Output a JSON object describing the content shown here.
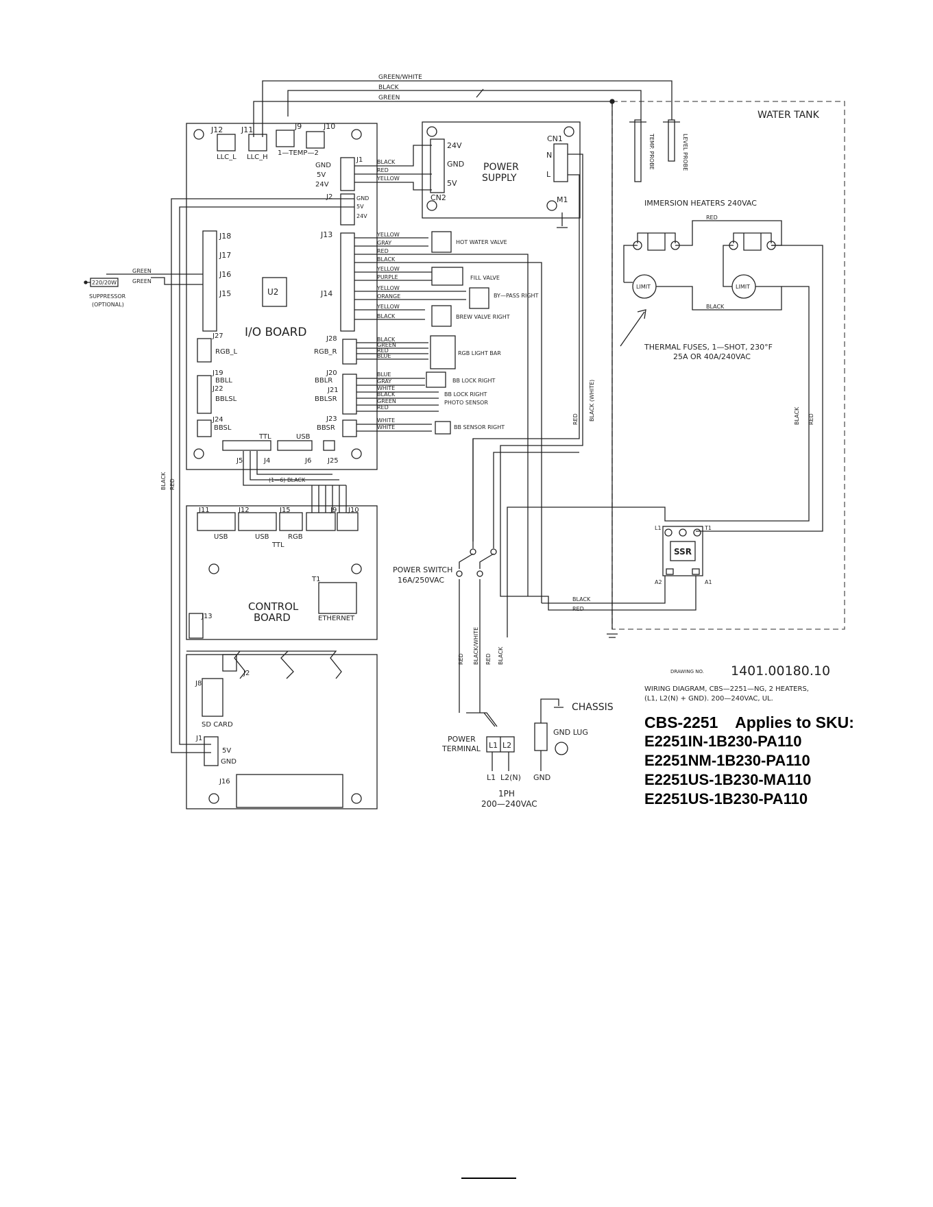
{
  "wires_top": [
    "GREEN/WHITE",
    "BLACK",
    "GREEN"
  ],
  "tank": {
    "label": "WATER TANK",
    "probes": [
      "TEMP. PROBE",
      "LEVEL PROBE"
    ]
  },
  "io_board": {
    "label": "I/O BOARD",
    "chip": "U2",
    "top_connectors": [
      "J12",
      "J11",
      "J9",
      "J10"
    ],
    "top_connector_labels": [
      "LLC_L",
      "LLC_H",
      "1—TEMP—2"
    ],
    "j1": {
      "name": "J1",
      "pins": [
        "GND",
        "5V",
        "24V"
      ],
      "wires": [
        "BLACK",
        "RED",
        "YELLOW"
      ]
    },
    "j2": {
      "name": "J2",
      "pins": [
        "GND",
        "5V",
        "24V"
      ]
    },
    "left_connectors": [
      "J18",
      "J17",
      "J16",
      "J15"
    ],
    "j13": "J13",
    "j14": "J14",
    "valve_wires": [
      "YELLOW",
      "GRAY",
      "RED",
      "BLACK",
      "YELLOW",
      "PURPLE",
      "YELLOW",
      "ORANGE",
      "YELLOW",
      "BLACK"
    ],
    "devices": [
      "HOT WATER VALVE",
      "FILL VALVE",
      "BY—PASS RIGHT",
      "BREW VALVE RIGHT"
    ],
    "j27": "J27",
    "rgb_l": "RGB_L",
    "j28": "J28",
    "rgb_r": "RGB_R",
    "rgb_wires": [
      "BLACK",
      "GREEN",
      "RED",
      "BLUE"
    ],
    "rgb_bar": "RGB LIGHT BAR",
    "j19": "J19",
    "bbll": "BBLL",
    "j22": "J22",
    "bblsl": "BBLSL",
    "j20": "J20",
    "bblr": "BBLR",
    "j21": "J21",
    "bblsr": "BBLSR",
    "lock_wires": [
      "BLUE",
      "GRAY",
      "WHITE",
      "BLACK",
      "GREEN",
      "RED"
    ],
    "lock_devices": [
      "BB LOCK RIGHT",
      "BB LOCK RIGHT",
      "PHOTO SENSOR"
    ],
    "j24": "J24",
    "bbsl": "BBSL",
    "j23": "J23",
    "bbsr": "BBSR",
    "sensor_wires": [
      "WHITE",
      "WHITE"
    ],
    "bb_sensor": "BB SENSOR RIGHT",
    "bottom_connectors": [
      "J5",
      "J4",
      "J6",
      "J25"
    ],
    "bottom_labels": [
      "TTL",
      "USB"
    ]
  },
  "suppressor": {
    "value": "220/20W",
    "label": "SUPPRESSOR",
    "note": "(OPTIONAL)",
    "wires": [
      "GREEN",
      "GREEN"
    ]
  },
  "power_supply": {
    "label_1": "POWER",
    "label_2": "SUPPLY",
    "cn1": "CN1",
    "cn1_pins": [
      "N",
      "L"
    ],
    "cn2": "CN2",
    "cn2_pins": [
      "24V",
      "GND",
      "5V"
    ],
    "m1": "M1"
  },
  "heaters": {
    "label": "IMMERSION HEATERS 240VAC",
    "wire_top": "RED",
    "wire_bottom": "BLACK",
    "fuse_note_1": "THERMAL FUSES, 1—SHOT, 230°F",
    "fuse_note_2": "25A OR 40A/240VAC",
    "fuse_label": "LIMIT"
  },
  "ribbon": "(1—6) BLACK",
  "side_wires": [
    "BLACK",
    "RED"
  ],
  "wire_labels": {
    "red": "RED",
    "black_white": "BLACK (WHITE)",
    "black": "BLACK",
    "black_white_2": "BLACK/WHITE"
  },
  "control_board": {
    "label_1": "CONTROL",
    "label_2": "BOARD",
    "connectors": [
      "J11",
      "J12",
      "J15",
      "J9",
      "J10"
    ],
    "connector_labels": [
      "USB",
      "USB",
      "RGB",
      "TTL"
    ],
    "t1": "T1",
    "ethernet": "ETHERNET",
    "j13": "J13",
    "j2": "J2",
    "j8": "J8",
    "sd": "SD CARD",
    "j1": "J1",
    "j1_pins": [
      "5V",
      "GND"
    ],
    "j16": "J16"
  },
  "power_switch": {
    "label": "POWER SWITCH",
    "rating": "16A/250VAC"
  },
  "ssr": {
    "label": "SSR",
    "terminals": [
      "L1",
      "T1",
      "A2",
      "A1"
    ]
  },
  "power_terminal": {
    "label_1": "POWER",
    "label_2": "TERMINAL",
    "terminals": [
      "L1",
      "L2"
    ],
    "feeds": [
      "L1",
      "L2(N)"
    ],
    "phase": "1PH",
    "voltage": "200—240VAC"
  },
  "ground": {
    "chassis": "CHASSIS",
    "lug": "GND LUG",
    "gnd": "GND"
  },
  "drawing": {
    "no_label": "DRAWING NO.",
    "number": "1401.00180.10",
    "desc_1": "WIRING DIAGRAM, CBS—2251—NG, 2 HEATERS,",
    "desc_2": "(L1, L2(N) + GND). 200—240VAC, UL.",
    "sku_title": "CBS-2251    Applies to SKU:",
    "skus": [
      "E2251IN-1B230-PA110",
      "E2251NM-1B230-PA110",
      "E2251US-1B230-MA110",
      "E2251US-1B230-PA110"
    ]
  },
  "colors": {
    "line": "#222222",
    "dash": "#666666"
  }
}
